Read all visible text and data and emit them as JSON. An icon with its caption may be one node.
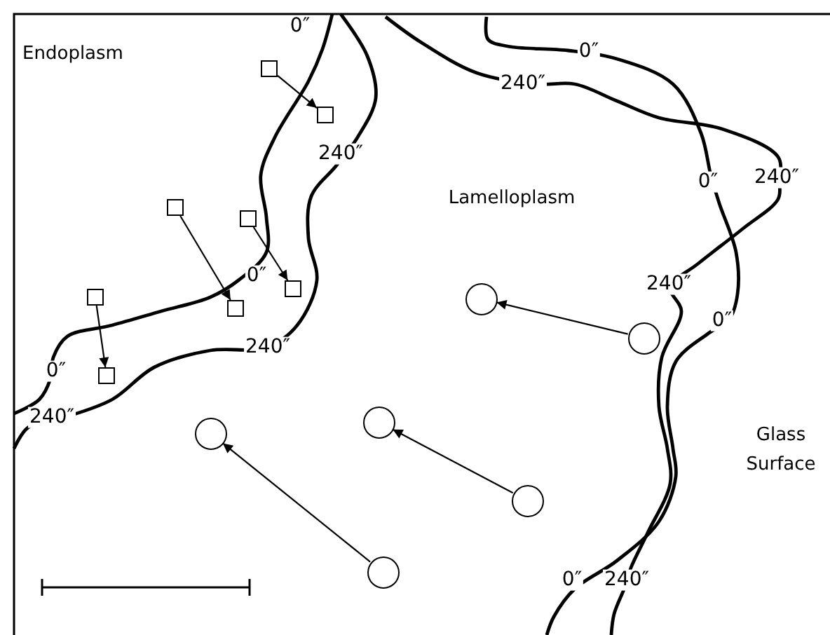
{
  "diagram": {
    "nodes": [
      {
        "text": [],
        "shape": "box"
      },
      {
        "text": [],
        "shape": "box"
      },
      {
        "text": [],
        "shape": "box"
      },
      {
        "text": [],
        "shape": "box"
      },
      {
        "text": [],
        "shape": "box"
      },
      {
        "text": [],
        "shape": "box"
      },
      {
        "text": [],
        "shape": "box"
      },
      {
        "text": [],
        "shape": "box"
      },
      {
        "text": [],
        "shape": "circle"
      },
      {
        "text": [],
        "shape": "circle"
      },
      {
        "text": [],
        "shape": "circle"
      },
      {
        "text": [],
        "shape": "circle"
      },
      {
        "text": [],
        "shape": "circle"
      },
      {
        "text": [],
        "shape": "circle"
      }
    ],
    "edges": [
      {
        "from": 0,
        "to": 1,
        "arrow": "to"
      },
      {
        "from": 2,
        "to": 4,
        "arrow": "to"
      },
      {
        "from": 3,
        "to": 5,
        "arrow": "to"
      },
      {
        "from": 6,
        "to": 7,
        "arrow": "to"
      },
      {
        "from": 9,
        "to": 8,
        "arrow": "to"
      },
      {
        "from": 12,
        "to": 11,
        "arrow": "to"
      },
      {
        "from": 13,
        "to": 10,
        "arrow": "to"
      }
    ],
    "labels": [
      "0″",
      "0″",
      "Endoplasm",
      "240″",
      "240″",
      "Lamelloplasm",
      "0″",
      "240″",
      "0″",
      "240″",
      "0″",
      "240″",
      "0″",
      "240″",
      "Glass Surface",
      "0″",
      "240″"
    ]
  }
}
